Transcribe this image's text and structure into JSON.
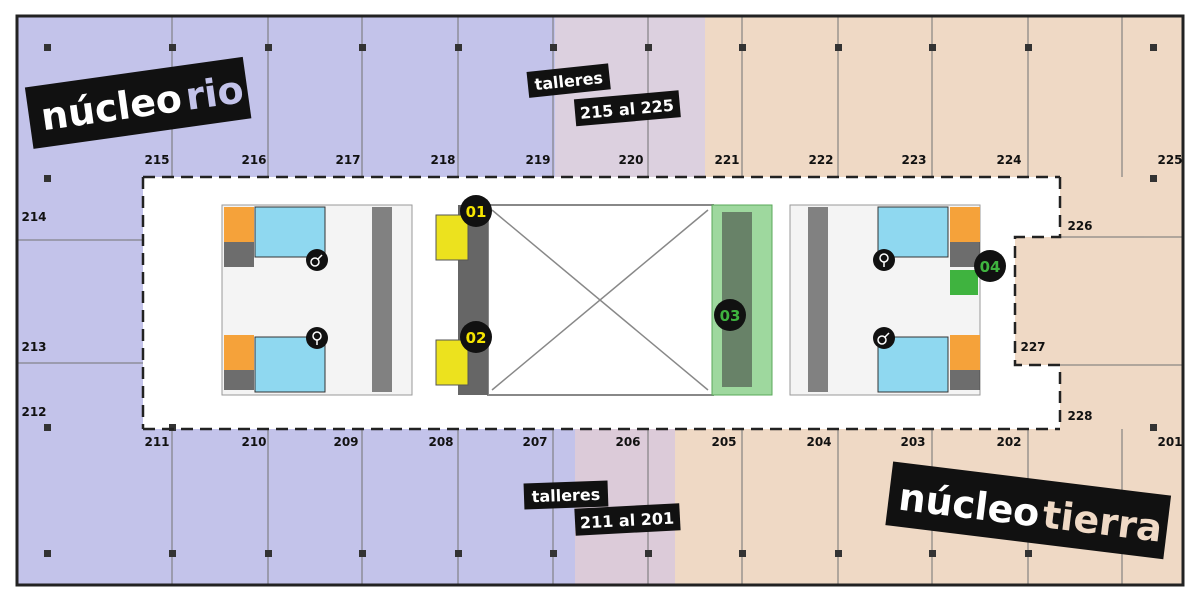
{
  "floor_plan": {
    "colors": {
      "rio": "#c3c3ea",
      "tierra": "#efd9c5",
      "talleres_top": "#dcd0df",
      "talleres_bottom": "#dccbd9",
      "corridor": "#ffffff",
      "wall": "#2a2a2a",
      "badge_yellow": "#f5e400",
      "badge_green": "#3fb33f",
      "service_cyan": "#8fd8f0",
      "service_orange": "#f5a23a",
      "elevator_yellow": "#ece21e",
      "stair_green": "#9ed89e"
    },
    "cores": {
      "rio": {
        "word1": "núcleo",
        "word2": "rio",
        "accent": "#c3c3ea"
      },
      "tierra": {
        "word1": "núcleo",
        "word2": "tierra",
        "accent": "#efd9c5"
      }
    },
    "talleres": {
      "top": {
        "line1": "talleres",
        "line2": "215 al 225"
      },
      "bottom": {
        "line1": "talleres",
        "line2": "211 al 201"
      }
    },
    "rooms_top": [
      "215",
      "216",
      "217",
      "218",
      "219",
      "220",
      "221",
      "222",
      "223",
      "224",
      "225"
    ],
    "rooms_bottom": [
      "211",
      "210",
      "209",
      "208",
      "207",
      "206",
      "205",
      "204",
      "203",
      "202",
      "201"
    ],
    "rooms_left": [
      "214",
      "213",
      "212"
    ],
    "rooms_right": [
      "226",
      "227",
      "228"
    ],
    "badges": [
      {
        "label": "01",
        "color": "yellow"
      },
      {
        "label": "02",
        "color": "yellow"
      },
      {
        "label": "03",
        "color": "green"
      },
      {
        "label": "04",
        "color": "green"
      }
    ],
    "icons": [
      "restroom-male-icon",
      "restroom-female-icon",
      "restroom-female-icon",
      "restroom-male-icon"
    ]
  }
}
